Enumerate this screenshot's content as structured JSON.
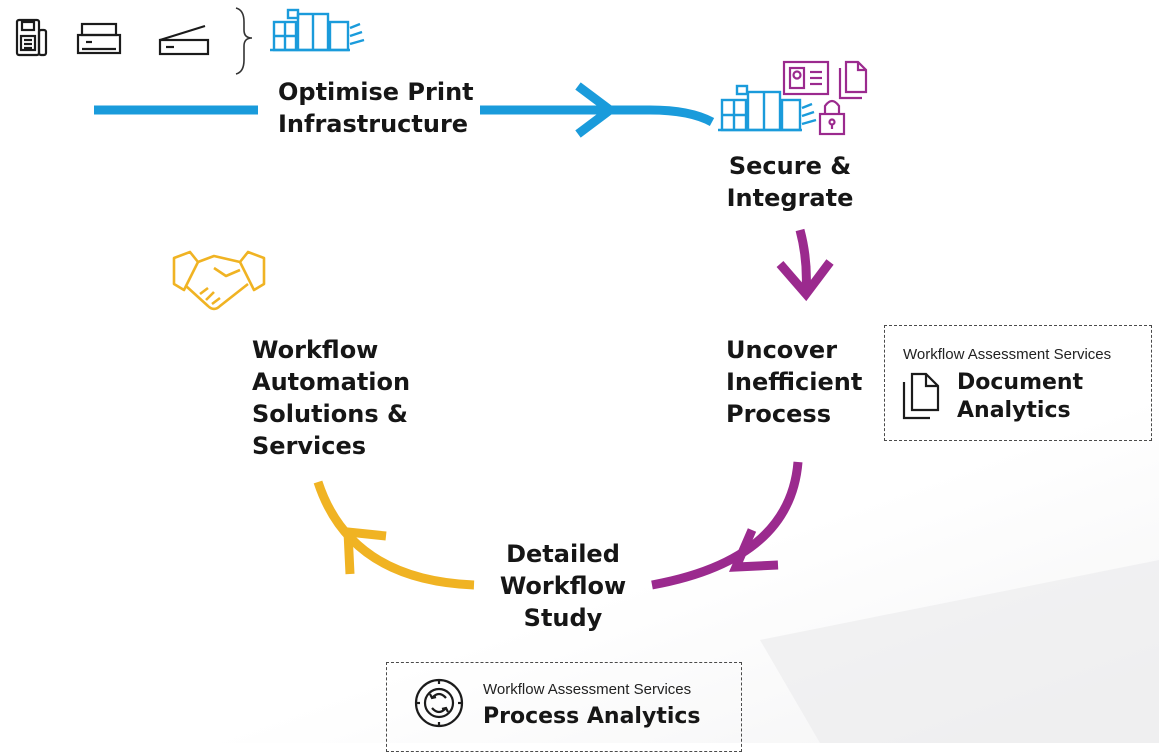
{
  "steps": {
    "optimise": "Optimise Print\nInfrastructure",
    "secure": "Secure &\nIntegrate",
    "uncover": "Uncover\nInefficient\nProcess",
    "detailed": "Detailed\nWorkflow\nStudy",
    "automation": "Workflow\nAutomation\nSolutions &\nServices"
  },
  "document_box": {
    "caption": "Workflow Assessment Services",
    "title": "Document\nAnalytics"
  },
  "process_box": {
    "caption": "Workflow Assessment Services",
    "title": "Process Analytics"
  },
  "icons": {
    "devices": [
      "fax-icon",
      "printer-icon",
      "scanner-icon"
    ],
    "brace": "right-brace-icon",
    "production_printer": "production-printer-icon",
    "id_card": "id-card-icon",
    "document": "document-icon",
    "lock": "lock-icon",
    "handshake": "handshake-icon",
    "gear_cycle": "gear-cycle-icon"
  },
  "colors": {
    "blue": "#1a9bdb",
    "purple": "#9b2a8e",
    "yellow": "#f0b323",
    "text": "#161616"
  }
}
